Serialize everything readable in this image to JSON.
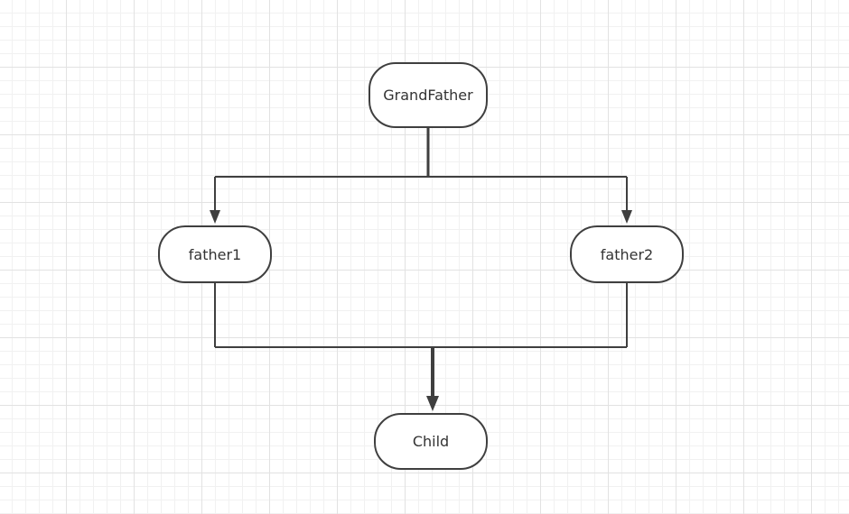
{
  "diagram": {
    "nodes": {
      "grandfather": "GrandFather",
      "father1": "father1",
      "father2": "father2",
      "child": "Child"
    },
    "edges": [
      {
        "from": "GrandFather",
        "to": "father1"
      },
      {
        "from": "GrandFather",
        "to": "father2"
      },
      {
        "from": "father1",
        "to": "Child"
      },
      {
        "from": "father2",
        "to": "Child"
      }
    ],
    "colors": {
      "stroke": "#3f3f3f",
      "text": "#333333",
      "grid": "#e2e2e2",
      "background": "#ffffff"
    }
  }
}
